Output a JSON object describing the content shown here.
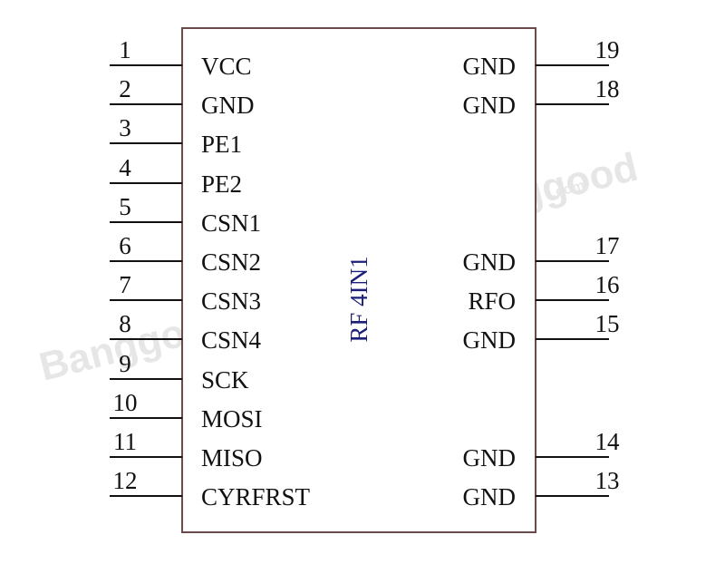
{
  "chip": {
    "name": "RF 4IN1",
    "border_color": "#6a4a4a",
    "name_color": "#1b1f7a"
  },
  "watermark": {
    "text": "Banggood",
    "suffix": ".com",
    "color": "#e6e6e6"
  },
  "left_pins": [
    {
      "num": "1",
      "label": "VCC"
    },
    {
      "num": "2",
      "label": "GND"
    },
    {
      "num": "3",
      "label": "PE1"
    },
    {
      "num": "4",
      "label": "PE2"
    },
    {
      "num": "5",
      "label": "CSN1"
    },
    {
      "num": "6",
      "label": "CSN2"
    },
    {
      "num": "7",
      "label": "CSN3"
    },
    {
      "num": "8",
      "label": "CSN4"
    },
    {
      "num": "9",
      "label": "SCK"
    },
    {
      "num": "10",
      "label": "MOSI"
    },
    {
      "num": "11",
      "label": "MISO"
    },
    {
      "num": "12",
      "label": "CYRFRST"
    }
  ],
  "right_pins": [
    {
      "num": "19",
      "label": "GND"
    },
    {
      "num": "18",
      "label": "GND"
    },
    {
      "num": "17",
      "label": "GND"
    },
    {
      "num": "16",
      "label": "RFO"
    },
    {
      "num": "15",
      "label": "GND"
    },
    {
      "num": "14",
      "label": "GND"
    },
    {
      "num": "13",
      "label": "GND"
    }
  ]
}
